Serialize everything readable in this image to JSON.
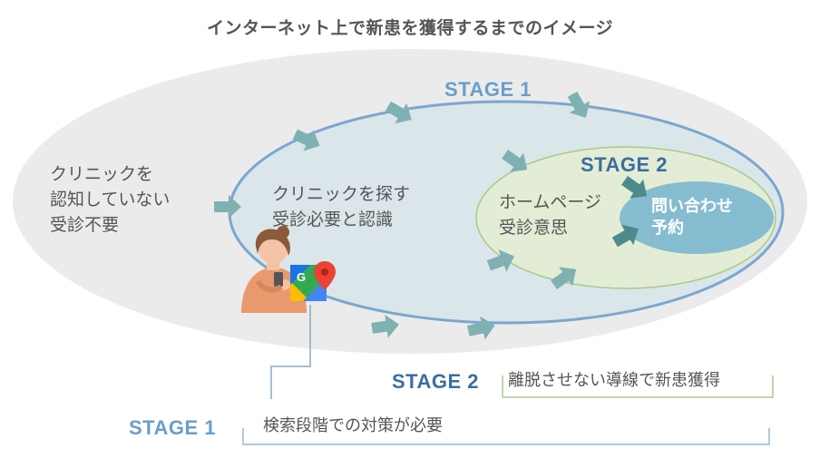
{
  "title": "インターネット上で新患を獲得するまでのイメージ",
  "outer": {
    "label": "クリニックを\n認知していない\n受診不要"
  },
  "stage1": {
    "label": "STAGE 1",
    "text": "クリニックを探す\n受診必要と認識"
  },
  "stage2": {
    "label": "STAGE 2",
    "text": "ホームページ\n受診意思"
  },
  "goal": {
    "text": "問い合わせ\n予約"
  },
  "bottom": {
    "stage2_label": "STAGE 2",
    "stage2_note": "離脱させない導線で新患獲得",
    "stage1_label": "STAGE 1",
    "stage1_note": "検索段階での対策が必要"
  },
  "icons": [
    "person-with-phone-icon",
    "google-maps-icon"
  ],
  "colors": {
    "outer": "#ebebeb",
    "stage1_fill": "#dbe6ea",
    "stage1_stroke": "#7aa7d0",
    "stage2_fill": "#e3edd5",
    "stage2_stroke": "#a9c98a",
    "goal": "#86bcd0",
    "arrow": "#7fb1b2",
    "arrow_dark": "#4c8a8c",
    "stage_label_light": "#6a9ec9",
    "stage_label_dark": "#3b6e9f"
  }
}
